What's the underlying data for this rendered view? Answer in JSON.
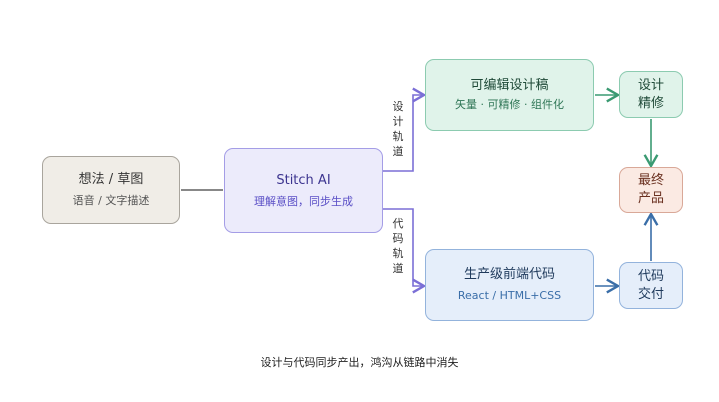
{
  "input": {
    "title": "想法 / 草图",
    "subtitle": "语音 / 文字描述"
  },
  "stitch": {
    "title": "Stitch AI",
    "subtitle": "理解意图，同步生成"
  },
  "design_track_label": "设计轨道",
  "code_track_label": "代码轨道",
  "design": {
    "title": "可编辑设计稿",
    "subtitle": "矢量 · 可精修 · 组件化"
  },
  "code": {
    "title": "生产级前端代码",
    "subtitle": "React / HTML+CSS"
  },
  "refine": {
    "title": "设计精修"
  },
  "final": {
    "title": "最终产品"
  },
  "delivery": {
    "title": "代码交付"
  },
  "caption": "设计与代码同步产出，鸿沟从链路中消失",
  "colors": {
    "purple": "#7b6fd6",
    "green": "#3a9a72",
    "blue": "#3a6ea8",
    "gray": "#888888"
  }
}
